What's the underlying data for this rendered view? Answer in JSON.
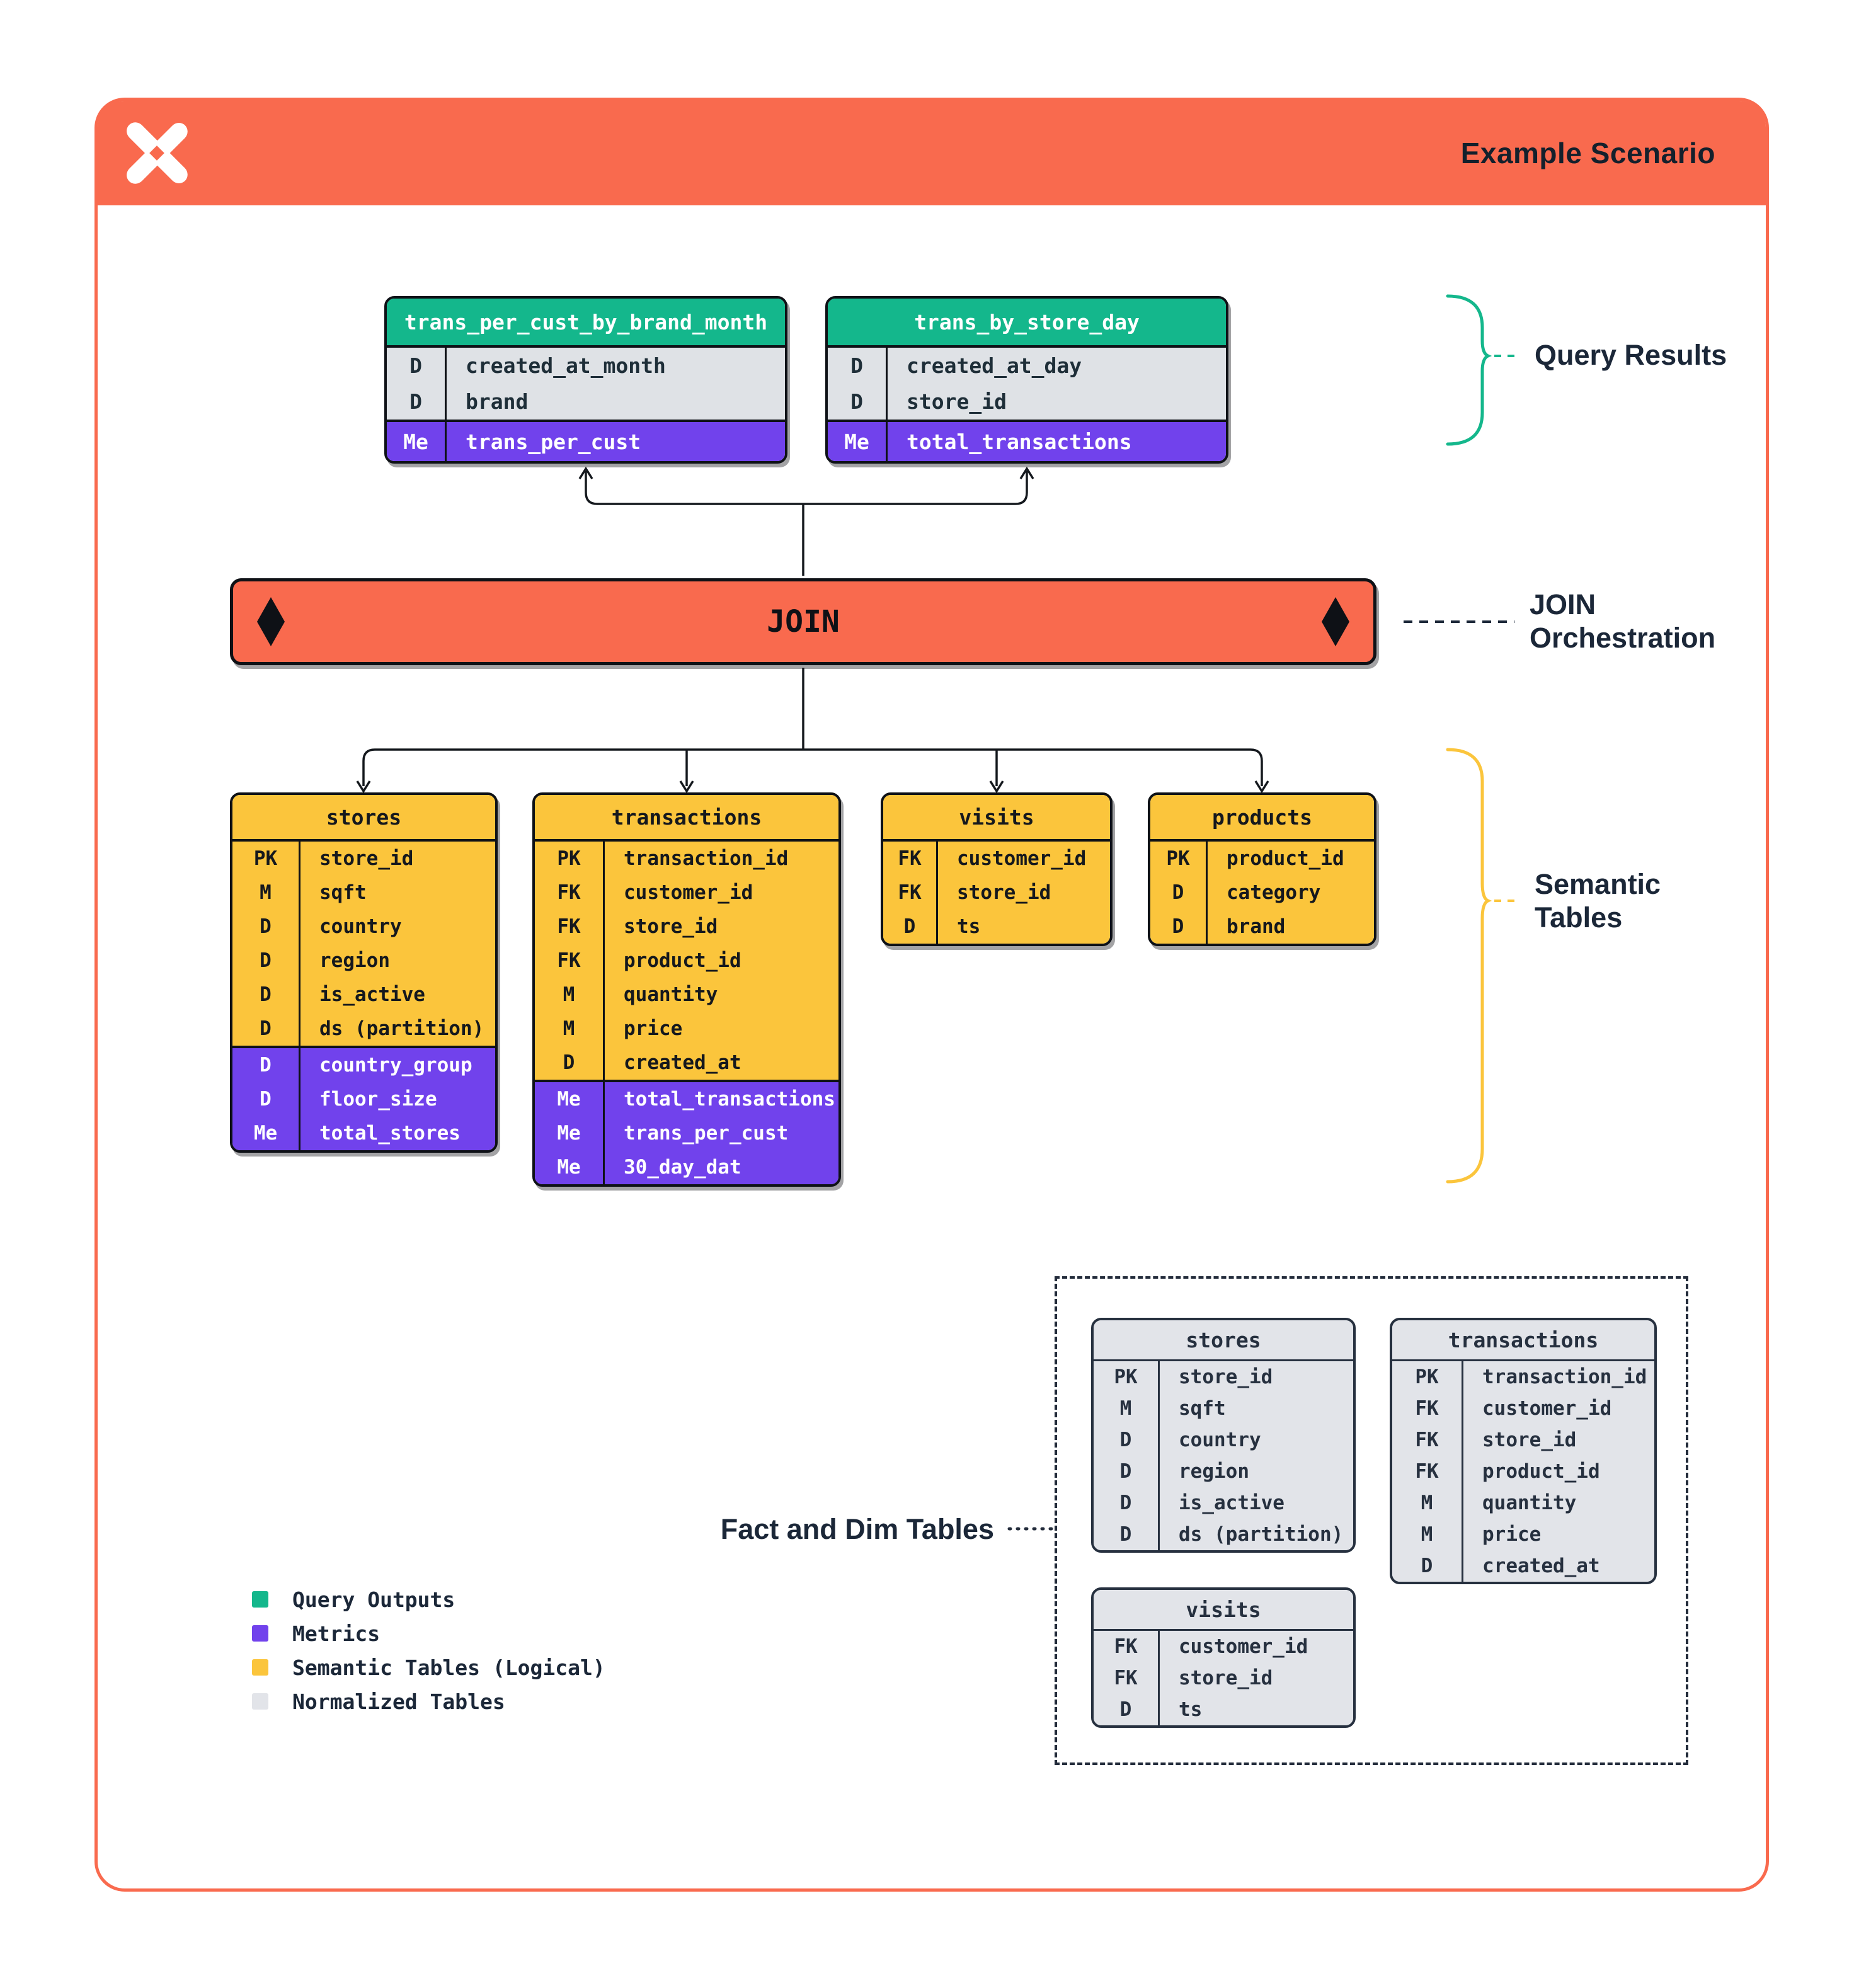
{
  "page": {
    "title": "Example Scenario"
  },
  "join_bar": {
    "label": "JOIN"
  },
  "annotations": {
    "query_results": "Query Results",
    "join_orchestration": {
      "line1": "JOIN",
      "line2": "Orchestration"
    },
    "semantic_tables": {
      "line1": "Semantic",
      "line2": "Tables"
    },
    "fact_dim": "Fact and Dim Tables"
  },
  "query_result_tables": [
    {
      "name": "trans_per_cust_by_brand_month",
      "rows": [
        [
          "D",
          "created_at_month"
        ],
        [
          "D",
          "brand"
        ]
      ],
      "metric_rows": [
        [
          "Me",
          "trans_per_cust"
        ]
      ]
    },
    {
      "name": "trans_by_store_day",
      "rows": [
        [
          "D",
          "created_at_day"
        ],
        [
          "D",
          "store_id"
        ]
      ],
      "metric_rows": [
        [
          "Me",
          "total_transactions"
        ]
      ]
    }
  ],
  "semantic_tables": [
    {
      "name": "stores",
      "rows": [
        [
          "PK",
          "store_id"
        ],
        [
          "M",
          "sqft"
        ],
        [
          "D",
          "country"
        ],
        [
          "D",
          "region"
        ],
        [
          "D",
          "is_active"
        ],
        [
          "D",
          "ds (partition)"
        ]
      ],
      "metric_rows": [
        [
          "D",
          "country_group"
        ],
        [
          "D",
          "floor_size"
        ],
        [
          "Me",
          "total_stores"
        ]
      ]
    },
    {
      "name": "transactions",
      "rows": [
        [
          "PK",
          "transaction_id"
        ],
        [
          "FK",
          "customer_id"
        ],
        [
          "FK",
          "store_id"
        ],
        [
          "FK",
          "product_id"
        ],
        [
          "M",
          "quantity"
        ],
        [
          "M",
          "price"
        ],
        [
          "D",
          "created_at"
        ]
      ],
      "metric_rows": [
        [
          "Me",
          "total_transactions"
        ],
        [
          "Me",
          "trans_per_cust"
        ],
        [
          "Me",
          "30_day_dat"
        ]
      ]
    },
    {
      "name": "visits",
      "rows": [
        [
          "FK",
          "customer_id"
        ],
        [
          "FK",
          "store_id"
        ],
        [
          "D",
          "ts"
        ]
      ],
      "metric_rows": []
    },
    {
      "name": "products",
      "rows": [
        [
          "PK",
          "product_id"
        ],
        [
          "D",
          "category"
        ],
        [
          "D",
          "brand"
        ]
      ],
      "metric_rows": []
    }
  ],
  "normalized_tables": [
    {
      "name": "stores",
      "rows": [
        [
          "PK",
          "store_id"
        ],
        [
          "M",
          "sqft"
        ],
        [
          "D",
          "country"
        ],
        [
          "D",
          "region"
        ],
        [
          "D",
          "is_active"
        ],
        [
          "D",
          "ds (partition)"
        ]
      ],
      "metric_rows": []
    },
    {
      "name": "transactions",
      "rows": [
        [
          "PK",
          "transaction_id"
        ],
        [
          "FK",
          "customer_id"
        ],
        [
          "FK",
          "store_id"
        ],
        [
          "FK",
          "product_id"
        ],
        [
          "M",
          "quantity"
        ],
        [
          "M",
          "price"
        ],
        [
          "D",
          "created_at"
        ]
      ],
      "metric_rows": []
    },
    {
      "name": "visits",
      "rows": [
        [
          "FK",
          "customer_id"
        ],
        [
          "FK",
          "store_id"
        ],
        [
          "D",
          "ts"
        ]
      ],
      "metric_rows": []
    }
  ],
  "legend": [
    {
      "label": "Query Outputs",
      "color": "#14B78C"
    },
    {
      "label": "Metrics",
      "color": "#7142EC"
    },
    {
      "label": "Semantic Tables (Logical)",
      "color": "#FBC53C"
    },
    {
      "label": "Normalized Tables",
      "color": "#E2E4E9"
    }
  ],
  "colors": {
    "accent_orange": "#F96A4E",
    "green": "#14B78C",
    "purple": "#7142EC",
    "yellow": "#FBC53C",
    "gray": "#E2E4E9",
    "ink": "#1B2738"
  }
}
